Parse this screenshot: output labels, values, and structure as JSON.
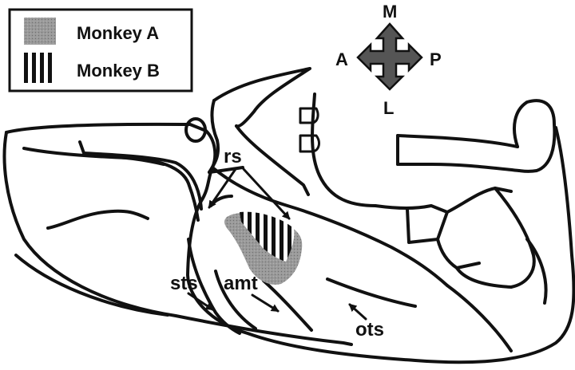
{
  "legend": {
    "items": [
      {
        "label": "Monkey A",
        "pattern": "stippled gray"
      },
      {
        "label": "Monkey B",
        "pattern": "vertical stripes"
      }
    ]
  },
  "compass": {
    "north": "M",
    "south": "L",
    "west": "A",
    "east": "P"
  },
  "sulci": {
    "rs": "rs",
    "sts": "sts",
    "amt": "amt",
    "ots": "ots"
  },
  "colors": {
    "ink": "#111111",
    "monkey_a_fill": "#8c8c8c",
    "compass_fill": "#555555"
  }
}
